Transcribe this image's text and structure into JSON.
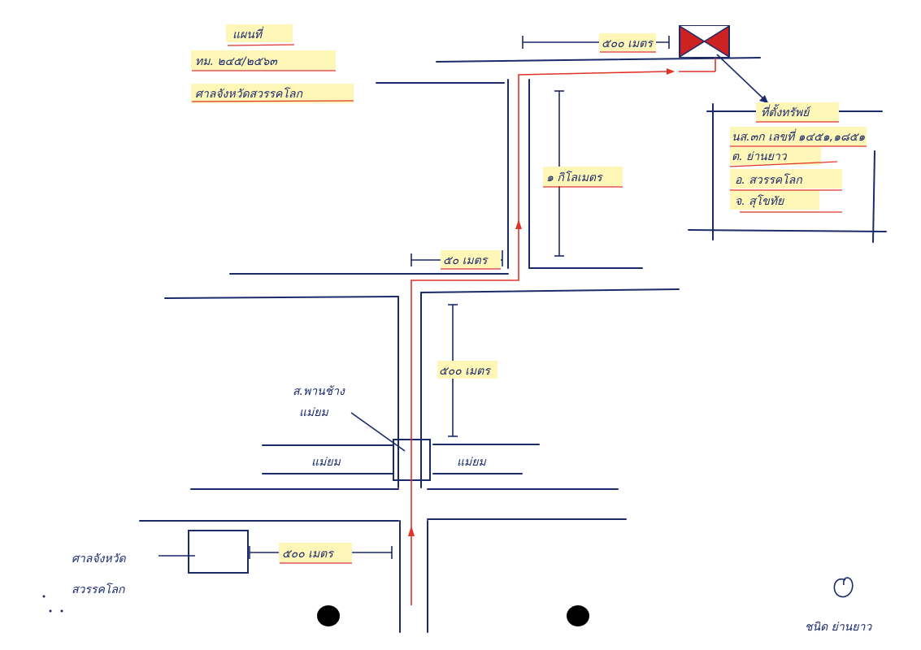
{
  "title_block": {
    "heading": "แผนที่",
    "plot_no": "ทม. ๒๔๕/๒๕๖๓",
    "court": "ศาลจังหวัดสวรรคโลก"
  },
  "address_box": {
    "heading": "ที่ตั้งทรัพย์",
    "line1": "นส.๓ก เลขที่ ๑๔๕๑,๑๘๕๑",
    "line2": "ต. ย่านยาว",
    "line3": "อ. สวรรคโลก",
    "line4": "จ. สุโขทัย"
  },
  "distance_labels": {
    "top": "๕๐๐ เมตร",
    "vertical_right": "๑ กิโลเมตร",
    "mid_left": "๕๐ เมตร",
    "vertical_center": "๕๐๐ เมตร",
    "bottom": "๕๐๐ เมตร"
  },
  "place_labels": {
    "bridge_line1": "ส.พานช้าง",
    "bridge_line2": "แม่ยม",
    "river_left": "แม่ยม",
    "river_right": "แม่ยม",
    "court_line1": "ศาลจังหวัด",
    "court_line2": "สวรรคโลก"
  },
  "signature": {
    "name": "ชนิด ย่านยาว"
  },
  "colors": {
    "ink": "#1b2a6b",
    "route": "#e0332a",
    "highlight": "#fff7b8",
    "marker": "#cc2222"
  },
  "icons": {
    "property": "red-cross-box-icon"
  }
}
